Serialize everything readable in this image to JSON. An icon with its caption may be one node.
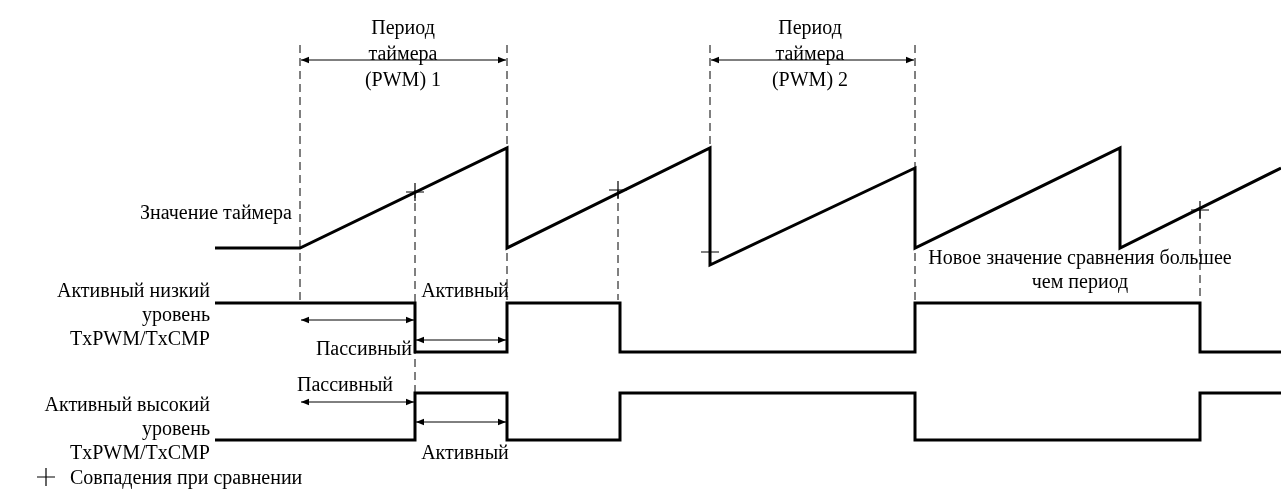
{
  "diagram": {
    "labels": [
      "Период таймера (PWM) 1",
      "Период таймера (PWM) 2",
      "Значение таймера",
      "Активный низкий уровень TxPWM/TxCMP",
      "Активный",
      "Пассивный",
      "Новое значение сравнения большее чем период",
      "Пассивный",
      "Активный высокий уровень TxPWM/TxCMP",
      "Активный"
    ],
    "legend": [
      {
        "text": "Совпадения при сравнении"
      }
    ]
  }
}
